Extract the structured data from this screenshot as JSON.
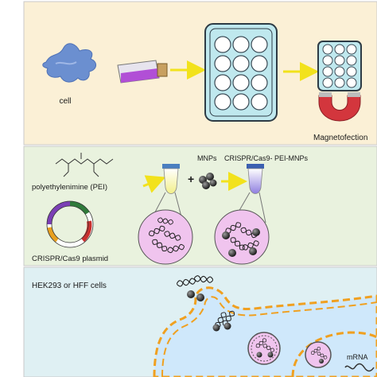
{
  "panel_top": {
    "cell_label": "cell",
    "magnet_label": "Magnetofection"
  },
  "panel_middle": {
    "pei_label": "polyethylenimine (PEI)",
    "plasmid_label": "CRISPR/Cas9 plasmid",
    "mnps_label": "MNPs",
    "complex_label": "CRISPR/Cas9- PEI-MNPs",
    "plus_sign": "+"
  },
  "panel_bottom": {
    "cells_label": "HEK293 or HFF cells",
    "mrna_label": "mRNA"
  },
  "colors": {
    "top_bg": "#fbf0d6",
    "middle_bg": "#e9f2de",
    "bottom_bg": "#dff0f3",
    "cell_blue": "#6b8fd0",
    "arrow_yellow": "#f2e21c",
    "plate_teal": "#bfe8ee",
    "flask_purple": "#b14fd6",
    "magnet_red": "#d3363d",
    "zoom_pink": "#f0c4ee",
    "membrane_orange": "#f0a020",
    "cytoplasm_blue": "#cfe8fb"
  }
}
